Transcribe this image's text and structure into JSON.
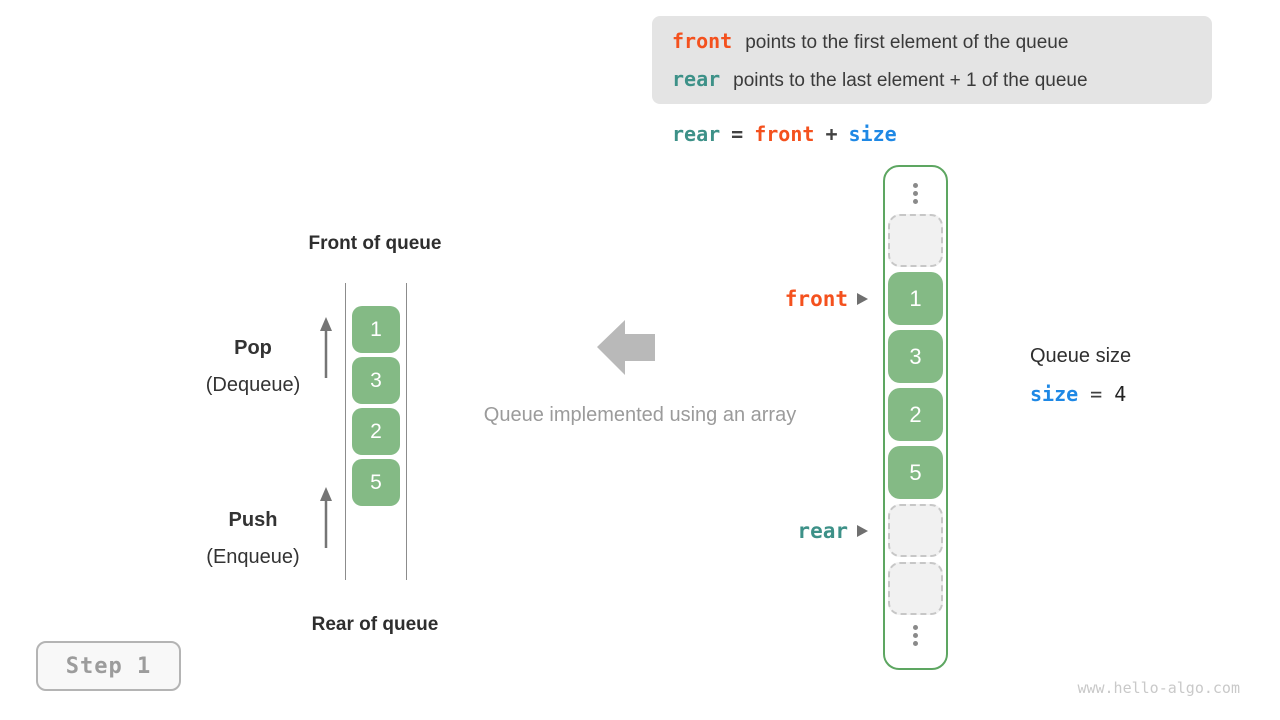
{
  "colors": {
    "orange": "#f4511e",
    "teal": "#3d9188",
    "blue": "#1e88e5",
    "green": "#84ba85",
    "green-border": "#5da661",
    "gray-arrow": "#b9b9b9",
    "caption-gray": "#9b9b9b"
  },
  "legend": {
    "lines": [
      {
        "keyword": "front",
        "text": "points to the first element of the queue"
      },
      {
        "keyword": "rear",
        "text": "points to the last element + 1 of the queue"
      }
    ]
  },
  "formula": {
    "lhs": "rear",
    "eq": "=",
    "op1": "front",
    "plus": "+",
    "op2": "size"
  },
  "left_queue": {
    "front_label": "Front of queue",
    "rear_label": "Rear of queue",
    "pop_title": "Pop",
    "pop_subtitle": "(Dequeue)",
    "push_title": "Push",
    "push_subtitle": "(Enqueue)",
    "values": [
      "1",
      "3",
      "2",
      "5"
    ]
  },
  "center_caption": "Queue implemented using an array",
  "array_view": {
    "cells": [
      {
        "type": "ellipsis"
      },
      {
        "type": "empty"
      },
      {
        "type": "value",
        "value": "1"
      },
      {
        "type": "value",
        "value": "3"
      },
      {
        "type": "value",
        "value": "2"
      },
      {
        "type": "value",
        "value": "5"
      },
      {
        "type": "empty"
      },
      {
        "type": "empty"
      },
      {
        "type": "ellipsis"
      }
    ],
    "front_pointer": "front",
    "rear_pointer": "rear"
  },
  "size_panel": {
    "title": "Queue size",
    "variable": "size",
    "equals": "=",
    "value": "4"
  },
  "step_badge": "Step 1",
  "watermark": "www.hello-algo.com"
}
